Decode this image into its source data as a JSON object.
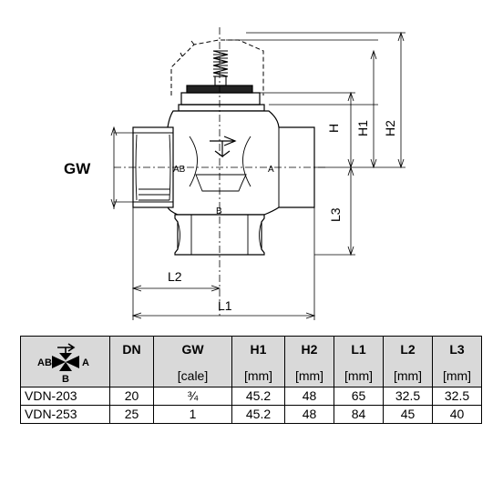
{
  "drawing": {
    "gw_label": "GW",
    "port_ab": "AB",
    "port_a": "A",
    "port_b": "B",
    "dim_h": "H",
    "dim_h1": "H1",
    "dim_h2": "H2",
    "dim_l1": "L1",
    "dim_l2": "L2",
    "dim_l3": "L3"
  },
  "table": {
    "symbol": {
      "ab": "AB",
      "a": "A",
      "b": "B"
    },
    "columns": [
      {
        "key": "dn",
        "label": "DN",
        "unit": ""
      },
      {
        "key": "gw",
        "label": "GW",
        "unit": "[cale]"
      },
      {
        "key": "h1",
        "label": "H1",
        "unit": "[mm]"
      },
      {
        "key": "h2",
        "label": "H2",
        "unit": "[mm]"
      },
      {
        "key": "l1",
        "label": "L1",
        "unit": "[mm]"
      },
      {
        "key": "l2",
        "label": "L2",
        "unit": "[mm]"
      },
      {
        "key": "l3",
        "label": "L3",
        "unit": "[mm]"
      }
    ],
    "rows": [
      {
        "model": "VDN-203",
        "dn": "20",
        "gw": "¾",
        "h1": "45.2",
        "h2": "48",
        "l1": "65",
        "l2": "32.5",
        "l3": "32.5"
      },
      {
        "model": "VDN-253",
        "dn": "25",
        "gw": "1",
        "h1": "45.2",
        "h2": "48",
        "l1": "84",
        "l2": "45",
        "l3": "40"
      }
    ]
  }
}
